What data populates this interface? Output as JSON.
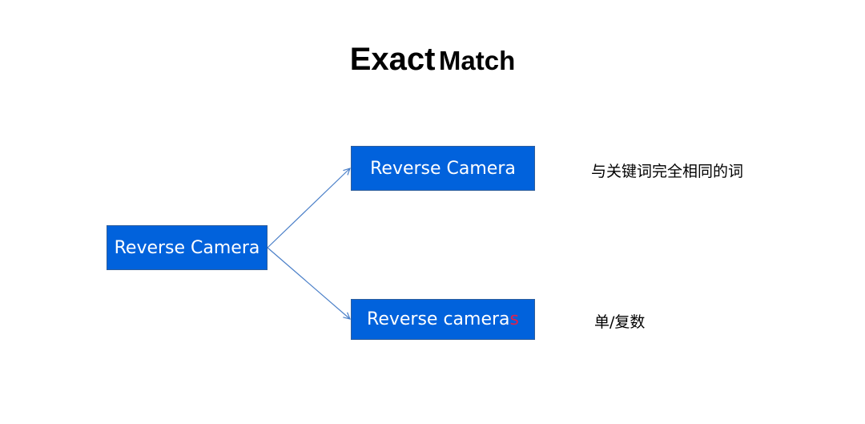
{
  "title": {
    "word1": "Exact",
    "word2": "Match"
  },
  "diagram": {
    "source_label": "Reverse Camera",
    "targets": [
      {
        "label": "Reverse Camera",
        "note": "与关键词完全相同的词"
      },
      {
        "label_base": "Reverse camera",
        "label_suffix": "s",
        "note": "单/复数"
      }
    ]
  },
  "colors": {
    "box_fill": "#0162dc",
    "box_border": "#2e5e9c",
    "arrow": "#4a7fc8",
    "suffix_highlight": "#e0214c"
  }
}
